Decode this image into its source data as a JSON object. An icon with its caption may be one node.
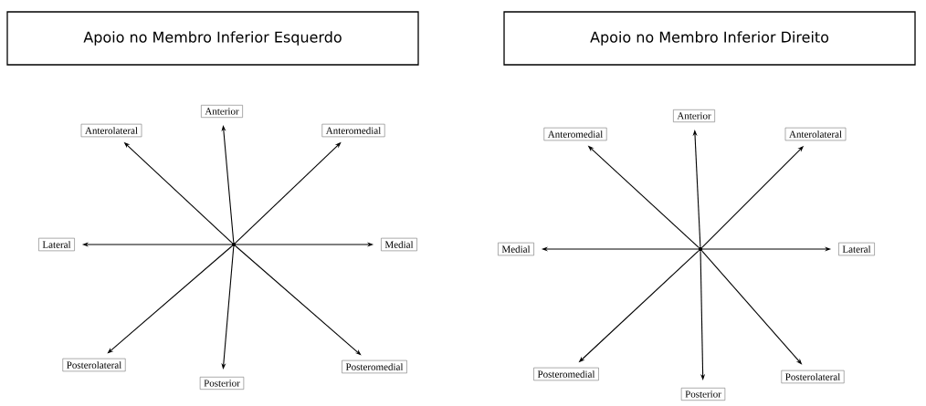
{
  "diagram": {
    "nodes": [
      {
        "text": [
          "Apoio no Membro Inferior Esquerdo"
        ]
      },
      {
        "text": [],
        "shape": "circle"
      },
      {
        "text": [
          "Anterolateral"
        ]
      },
      {
        "text": [
          "Anterior"
        ]
      },
      {
        "text": [
          "Anteromedial"
        ]
      },
      {
        "text": [
          "Lateral"
        ]
      },
      {
        "text": [
          "Medial"
        ]
      },
      {
        "text": [
          "Posterolateral"
        ]
      },
      {
        "text": [
          "Posterior"
        ]
      },
      {
        "text": [
          "Posteromedial"
        ]
      },
      {
        "text": [
          "Apoio no Membro Inferior Direito"
        ]
      },
      {
        "text": [],
        "shape": "circle"
      },
      {
        "text": [
          "Anteromedial"
        ]
      },
      {
        "text": [
          "Anterior"
        ]
      },
      {
        "text": [
          "Anterolateral"
        ]
      },
      {
        "text": [
          "Medial"
        ]
      },
      {
        "text": [
          "Lateral"
        ]
      },
      {
        "text": [
          "Posteromedial"
        ]
      },
      {
        "text": [
          "Posterior"
        ]
      },
      {
        "text": [
          "Posterolateral"
        ]
      }
    ],
    "edges": [
      {
        "from": 1,
        "to": 2,
        "arrow": "to"
      },
      {
        "from": 1,
        "to": 3,
        "arrow": "to"
      },
      {
        "from": 1,
        "to": 4,
        "arrow": "to"
      },
      {
        "from": 1,
        "to": 5,
        "arrow": "to"
      },
      {
        "from": 1,
        "to": 6,
        "arrow": "to"
      },
      {
        "from": 1,
        "to": 7,
        "arrow": "to"
      },
      {
        "from": 1,
        "to": 8,
        "arrow": "to"
      },
      {
        "from": 1,
        "to": 9,
        "arrow": "to"
      },
      {
        "from": 11,
        "to": 12,
        "arrow": "to"
      },
      {
        "from": 11,
        "to": 13,
        "arrow": "to"
      },
      {
        "from": 11,
        "to": 14,
        "arrow": "to"
      },
      {
        "from": 11,
        "to": 15,
        "arrow": "to"
      },
      {
        "from": 11,
        "to": 16,
        "arrow": "to"
      },
      {
        "from": 11,
        "to": 17,
        "arrow": "to"
      },
      {
        "from": 11,
        "to": 18,
        "arrow": "to"
      },
      {
        "from": 11,
        "to": 19,
        "arrow": "to"
      }
    ]
  }
}
